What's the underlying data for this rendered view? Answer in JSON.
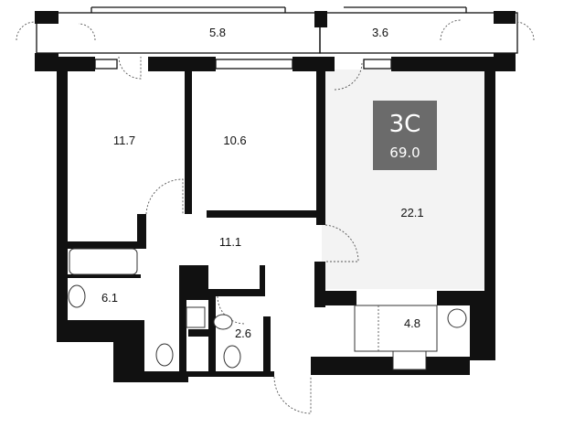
{
  "apartment": {
    "badge": {
      "code": "3C",
      "area": "69.0",
      "color": "#6b6b6b"
    },
    "rooms": [
      {
        "id": "balcony-left",
        "area": "5.8"
      },
      {
        "id": "balcony-right",
        "area": "3.6"
      },
      {
        "id": "bedroom-1",
        "area": "11.7"
      },
      {
        "id": "bedroom-2",
        "area": "10.6"
      },
      {
        "id": "living-room",
        "area": "22.1"
      },
      {
        "id": "hallway",
        "area": "11.1"
      },
      {
        "id": "bathroom",
        "area": "6.1"
      },
      {
        "id": "wc",
        "area": "2.6"
      },
      {
        "id": "kitchen",
        "area": "4.8"
      }
    ],
    "colors": {
      "wall": "#111111",
      "living_fill": "#f3f3f3",
      "background": "#ffffff"
    }
  }
}
